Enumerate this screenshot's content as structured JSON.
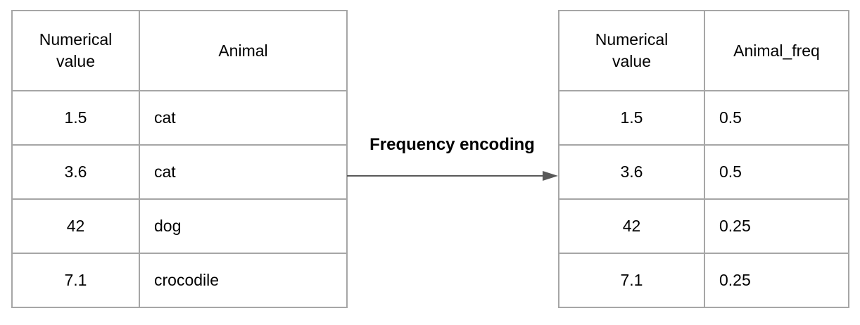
{
  "diagram": {
    "arrow_label": "Frequency encoding"
  },
  "colors": {
    "border": "#a6a6a6",
    "arrow": "#595959",
    "text": "#000000",
    "background": "#ffffff"
  },
  "left_table": {
    "headers": [
      "Numerical value",
      "Animal"
    ],
    "rows": [
      [
        "1.5",
        "cat"
      ],
      [
        "3.6",
        "cat"
      ],
      [
        "42",
        "dog"
      ],
      [
        "7.1",
        "crocodile"
      ]
    ]
  },
  "right_table": {
    "headers": [
      "Numerical value",
      "Animal_freq"
    ],
    "rows": [
      [
        "1.5",
        "0.5"
      ],
      [
        "3.6",
        "0.5"
      ],
      [
        "42",
        "0.25"
      ],
      [
        "7.1",
        "0.25"
      ]
    ]
  }
}
